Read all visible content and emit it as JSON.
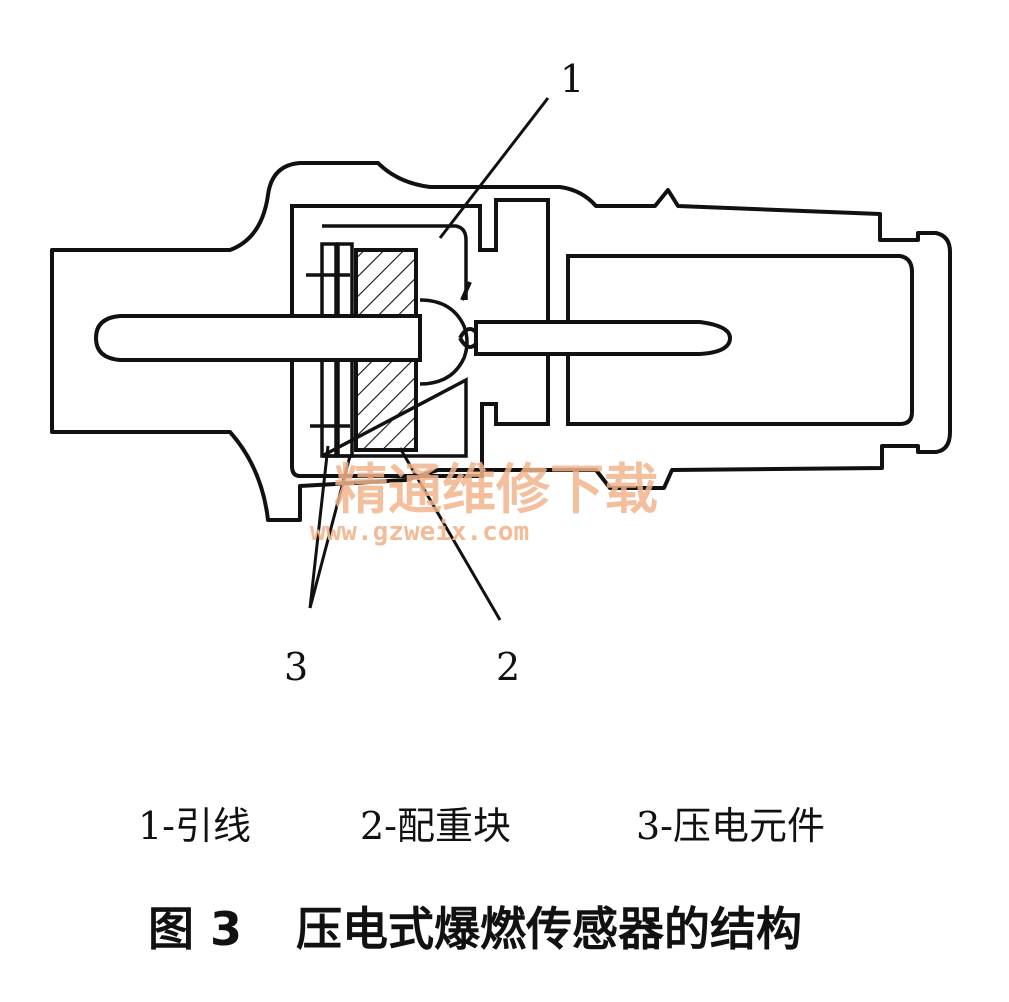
{
  "callouts": {
    "one": "1",
    "two": "2",
    "three": "3"
  },
  "legend": {
    "item1": "1-引线",
    "item2": "2-配重块",
    "item3": "3-压电元件"
  },
  "caption": {
    "figure": "图 3",
    "title": "压电式爆燃传感器的结构"
  },
  "watermark": {
    "site_name": "精通维修下载",
    "url": "www.gzweix.com"
  }
}
